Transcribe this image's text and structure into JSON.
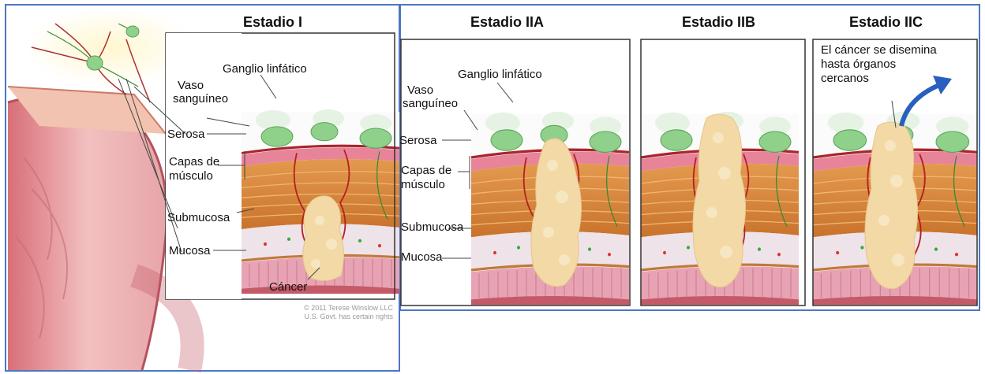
{
  "stage_titles": {
    "stage_1": "Estadio I",
    "stage_2a": "Estadio IIA",
    "stage_2b": "Estadio IIB",
    "stage_2c": "Estadio IIC"
  },
  "labels": {
    "ganglio_1": "Ganglio linfático",
    "vaso_1a": "Vaso",
    "vaso_1b": "sanguíneo",
    "serosa_1": "Serosa",
    "capas_1a": "Capas de",
    "capas_1b": "músculo",
    "submucosa_1": "Submucosa",
    "mucosa_1": "Mucosa",
    "cancer_1": "Cáncer",
    "ganglio_2": "Ganglio linfático",
    "vaso_2a": "Vaso",
    "vaso_2b": "sanguíneo",
    "serosa_2": "Serosa",
    "capas_2a": "Capas de",
    "capas_2b": "músculo",
    "submucosa_2": "Submucosa",
    "mucosa_2": "Mucosa",
    "spread_1": "El cáncer se disemina",
    "spread_2": "hasta órganos",
    "spread_3": "cercanos"
  },
  "copyright": {
    "line_1": "© 2011 Terese Winslow LLC",
    "line_2": "U.S. Govt. has certain rights"
  },
  "colors": {
    "frame_border": "#4a78c2",
    "serosa": "#e8849a",
    "muscle": "#d9823a",
    "submucosa": "#efe3ea",
    "mucosa": "#e7a3b4",
    "tumor": "#f2d9a6",
    "lymph_node": "#8fd18b",
    "vessel": "#b42020"
  }
}
